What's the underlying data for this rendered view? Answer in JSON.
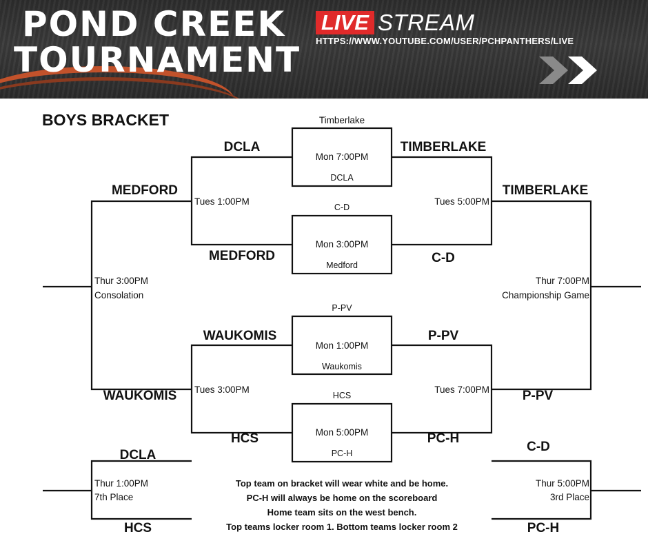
{
  "header": {
    "title_line1": "POND  CREEK",
    "title_line2": "TOURNAMENT",
    "live_label": "LIVE",
    "stream_label": "STREAM",
    "stream_url": "HTTPS://WWW.YOUTUBE.COM/USER/PCHPANTHERS/LIVE",
    "icon": "double-chevron-right-icon"
  },
  "bracket_title": "BOYS BRACKET",
  "games": {
    "g1": {
      "top": "Timberlake",
      "time": "Mon 7:00PM",
      "bottom": "DCLA"
    },
    "g2": {
      "top": "C-D",
      "time": "Mon 3:00PM",
      "bottom": "Medford"
    },
    "g3": {
      "top": "P-PV",
      "time": "Mon 1:00PM",
      "bottom": "Waukomis"
    },
    "g4": {
      "top": "HCS",
      "time": "Mon 5:00PM",
      "bottom": "PC-H"
    }
  },
  "round2": {
    "dcla": "DCLA",
    "medford": "MEDFORD",
    "timberlake": "TIMBERLAKE",
    "cd": "C-D",
    "waukomis": "WAUKOMIS",
    "hcs": "HCS",
    "ppv": "P-PV",
    "pch": "PC-H",
    "tues_left_top": "Tues 1:00PM",
    "tues_right_top": "Tues 5:00PM",
    "tues_left_bottom": "Tues 3:00PM",
    "tues_right_bottom": "Tues 7:00PM"
  },
  "round3": {
    "left_top": "MEDFORD",
    "left_bottom": "WAUKOMIS",
    "right_top": "TIMBERLAKE",
    "right_bottom": "P-PV",
    "consolation_time": "Thur 3:00PM",
    "consolation_label": "Consolation",
    "championship_time": "Thur 7:00PM",
    "championship_label": "Championship Game"
  },
  "placement": {
    "seventh_top": "DCLA",
    "seventh_bottom": "HCS",
    "seventh_time": "Thur 1:00PM",
    "seventh_label": "7th Place",
    "third_top": "C-D",
    "third_bottom": "PC-H",
    "third_time": "Thur 5:00PM",
    "third_label": "3rd Place"
  },
  "notes": [
    "Top team on bracket will wear white and be home.",
    "PC-H will always be home on the scoreboard",
    "Home team sits on the west bench.",
    "Top teams locker room 1.  Bottom teams locker room 2"
  ],
  "colors": {
    "live_red": "#e02a2a",
    "header_dark": "#333333",
    "accent_orange": "#c2522b"
  }
}
